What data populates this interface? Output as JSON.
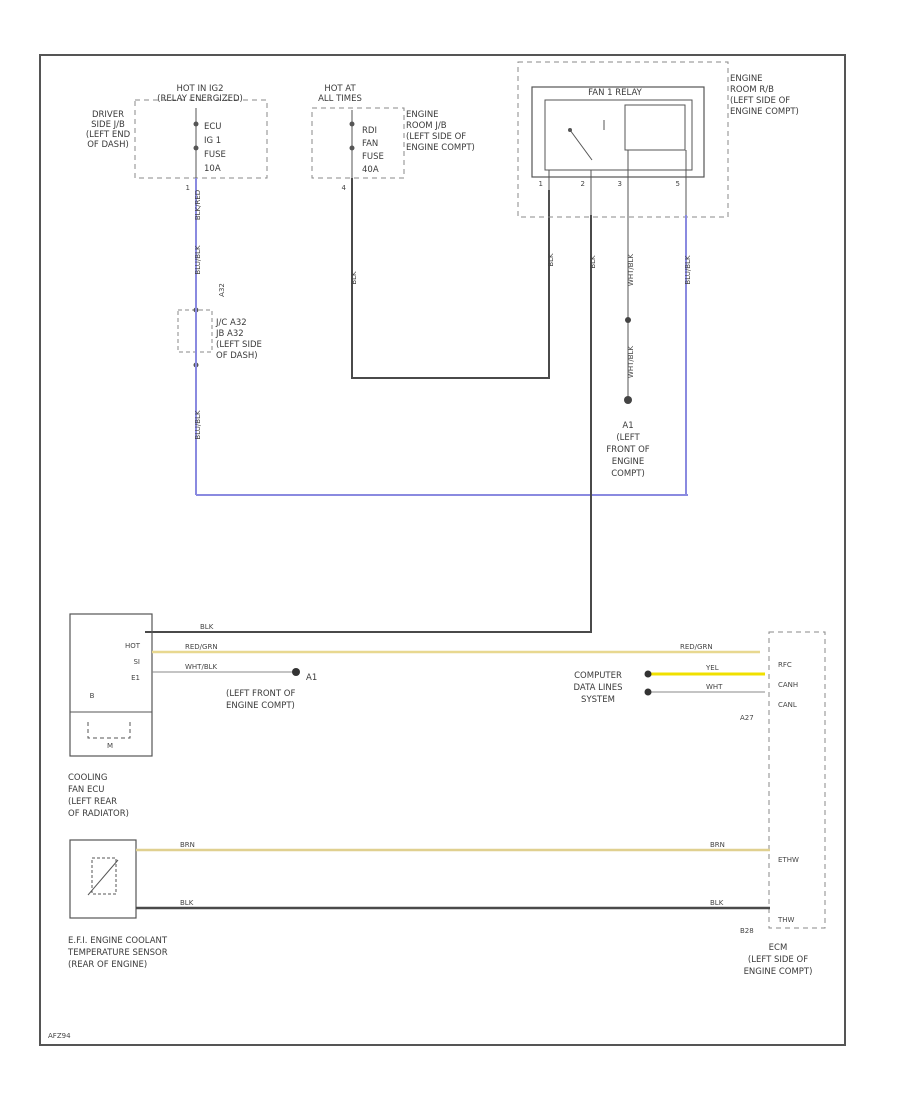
{
  "colors": {
    "frame": "#555555",
    "wire_black": "#4a4a4a",
    "wire_blue": "#8a8ae0",
    "wire_yellow": "#e8d890",
    "wire_yellow_bright": "#f0e000",
    "dashed": "#888888"
  },
  "labels": {
    "hot_ig": "HOT IN IG2",
    "hot_ig_sub": "(RELAY ENERGIZED)",
    "driver_jb_1": "DRIVER",
    "driver_jb_2": "SIDE J/B",
    "driver_jb_3": "(LEFT END",
    "driver_jb_4": "OF DASH)",
    "fuse1_name": "ECU",
    "fuse1_val": "IG 1",
    "fuse1_type": "FUSE",
    "fuse1_amp": "10A",
    "hot_at": "HOT AT",
    "hot_at_sub": "ALL TIMES",
    "erjb_1": "ENGINE",
    "erjb_2": "ROOM J/B",
    "erjb_3": "(LEFT SIDE OF",
    "erjb_4": "ENGINE COMPT)",
    "fuse2_name": "RDI",
    "fuse2_val": "FAN",
    "fuse2_type": "FUSE",
    "fuse2_amp": "40A",
    "relay_title": "FAN 1 RELAY",
    "errb_1": "ENGINE",
    "errb_2": "ROOM R/B",
    "errb_3": "(LEFT SIDE OF",
    "errb_4": "ENGINE COMPT)",
    "jc_1": "J/C A32",
    "jc_2": "JB A32",
    "jc_3": "(LEFT SIDE",
    "jc_4": "OF DASH)",
    "jc_top": "A32",
    "ground1_name": "A1",
    "ground1_1": "(LEFT",
    "ground1_2": "FRONT OF",
    "ground1_3": "ENGINE",
    "ground1_4": "COMPT)",
    "ground2_name": "A1",
    "ground2_1": "(LEFT FRONT OF",
    "ground2_2": "ENGINE COMPT)",
    "computer_1": "COMPUTER",
    "computer_2": "DATA LINES",
    "computer_3": "SYSTEM",
    "fan_ecu_1": "COOLING",
    "fan_ecu_2": "FAN ECU",
    "fan_ecu_3": "(LEFT REAR",
    "fan_ecu_4": "OF RADIATOR)",
    "sensor_1": "E.F.I. ENGINE COOLANT",
    "sensor_2": "TEMPERATURE SENSOR",
    "sensor_3": "(REAR OF ENGINE)",
    "ecm_1": "ECM",
    "ecm_2": "(LEFT SIDE OF",
    "ecm_3": "ENGINE COMPT)",
    "footer_code": "AFZ94"
  },
  "pins": {
    "ecu_hot": "HOT",
    "ecu_si": "SI",
    "ecu_e": "E1",
    "ecu_p1": "B",
    "ecu_p2": "M",
    "ecm_rfc": "RFC",
    "ecm_canh": "CANH",
    "ecm_canl": "CANL",
    "ecm_conn": "A27",
    "ecm_ethw": "ETHW",
    "ecm_thw": "THW",
    "ecm_conn2": "B28",
    "fuse1_pin": "1",
    "fuse2_pin": "4",
    "relay_p1": "1",
    "relay_p2": "2",
    "relay_p3": "3",
    "relay_p4": "5"
  },
  "wires": {
    "blk": "BLK",
    "brn": "BRN",
    "blu_blk": "BLU/BLK",
    "red_grn": "RED/GRN",
    "wht_blk": "WHT/BLK",
    "yel": "YEL",
    "wht": "WHT",
    "blk_red": "BLK/RED"
  }
}
